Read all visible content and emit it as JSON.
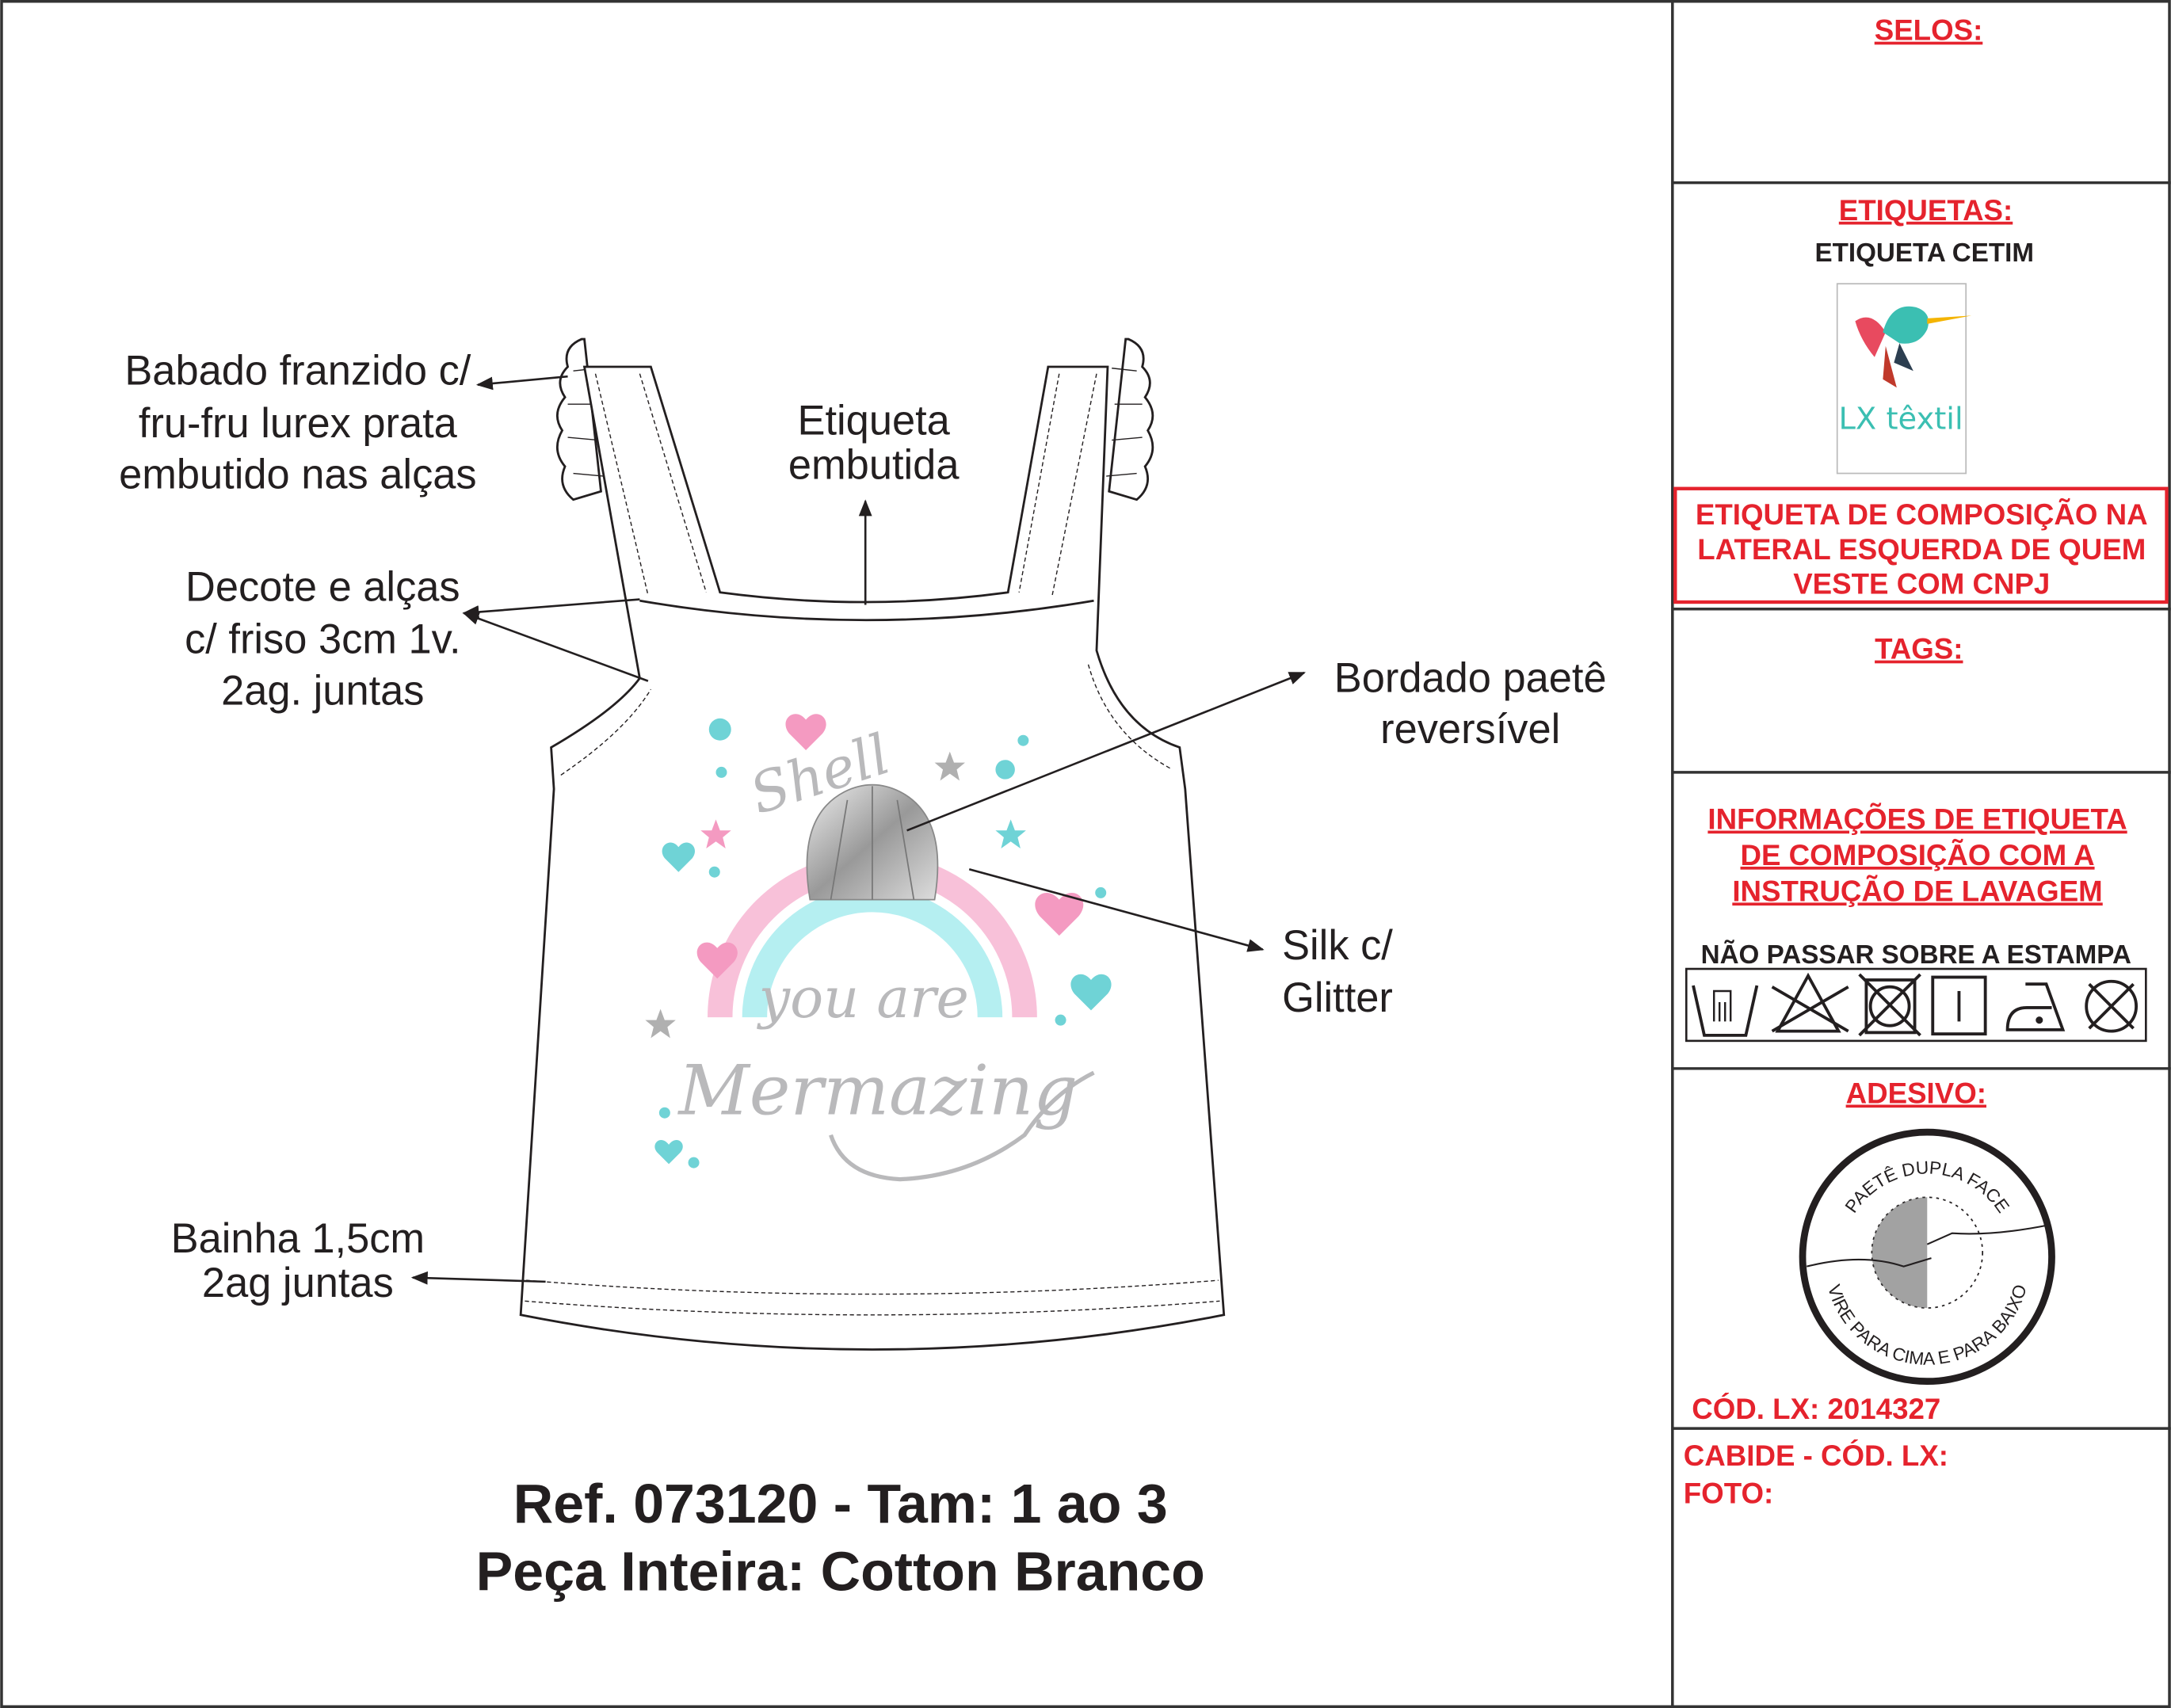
{
  "callouts": {
    "babado": [
      "Babado franzido c/",
      "fru-fru lurex prata",
      "embutido nas alças"
    ],
    "etiqueta": [
      "Etiqueta",
      "embutida"
    ],
    "decote": [
      "Decote e alças",
      "c/ friso 3cm 1v.",
      "2ag. juntas"
    ],
    "bordado": [
      "Bordado paetê",
      "reversível"
    ],
    "silk": [
      "Silk c/",
      "Glitter"
    ],
    "bainha": [
      "Bainha 1,5cm",
      "2ag juntas"
    ]
  },
  "artwork": {
    "shell": "Shell",
    "you_are": "you are",
    "mermazing": "Mermazing"
  },
  "footer": {
    "line1": "Ref. 073120 -  Tam: 1 ao 3",
    "line2": "Peça Inteira: Cotton Branco"
  },
  "panel": {
    "selos": "SELOS:",
    "etiquetas": "ETIQUETAS:",
    "etiqueta_cetim": "ETIQUETA CETIM",
    "logo_text": "LX têxtil",
    "composicao_box": [
      "ETIQUETA DE COMPOSIÇÃO NA",
      "LATERAL ESQUERDA DE QUEM",
      "VESTE COM CNPJ"
    ],
    "tags": "TAGS:",
    "info": [
      "INFORMAÇÕES DE ETIQUETA",
      "DE COMPOSIÇÃO COM A",
      "INSTRUÇÃO DE LAVAGEM"
    ],
    "nao_passar": "NÃO PASSAR SOBRE A ESTAMPA",
    "care_icons": [
      "hand-wash-icon",
      "no-bleach-icon",
      "no-tumble-dry-icon",
      "line-dry-icon",
      "iron-low-icon",
      "no-dry-clean-icon"
    ],
    "adesivo": "ADESIVO:",
    "seal_top": "PAETÊ DUPLA FACE",
    "seal_bottom": "VIRE PARA CIMA E PARA BAIXO",
    "cod_lx": "CÓD. LX: 2014327",
    "cabide": "CABIDE - CÓD. LX:",
    "foto": "FOTO:"
  },
  "colors": {
    "accent_red": "#e5232d",
    "text": "#231f20",
    "pink": "#f49ac1",
    "teal": "#6fd3d6"
  }
}
